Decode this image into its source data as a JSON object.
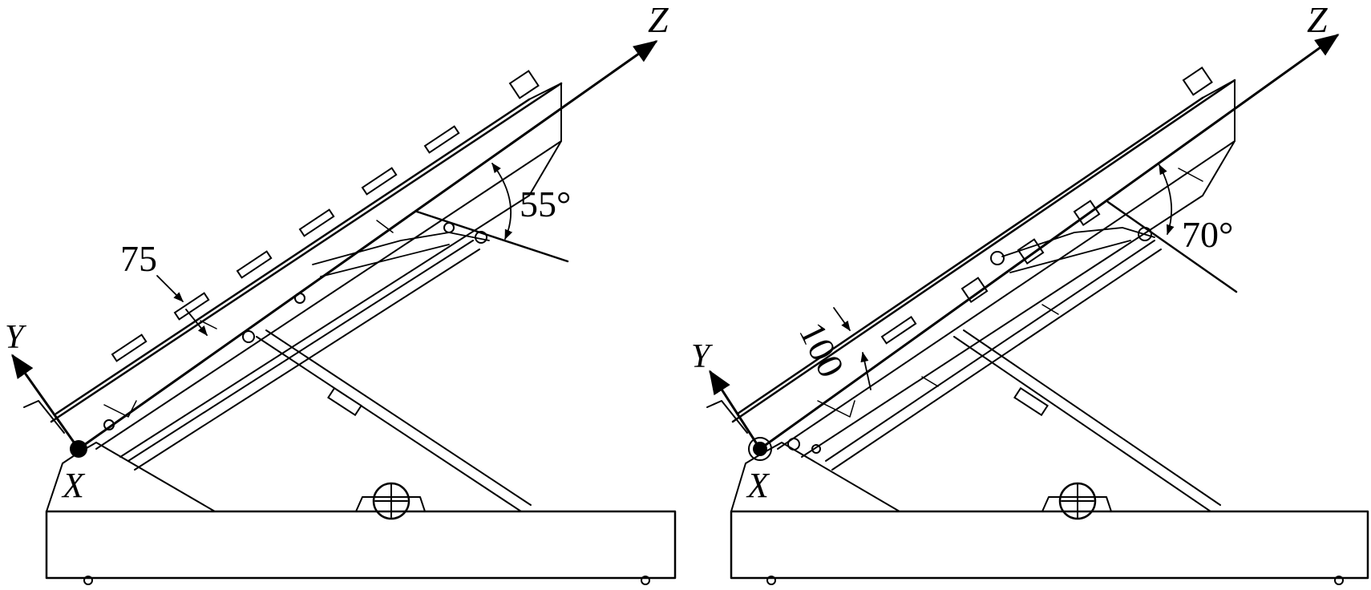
{
  "figure": {
    "background": "#ffffff",
    "ink": "#000000"
  },
  "left_panel": {
    "axis_z": "Z",
    "axis_y": "Y",
    "axis_x": "X",
    "angle": "55°",
    "dimension": "75"
  },
  "right_panel": {
    "axis_z": "Z",
    "axis_y": "Y",
    "axis_x": "X",
    "angle": "70°",
    "dimension": "100"
  }
}
